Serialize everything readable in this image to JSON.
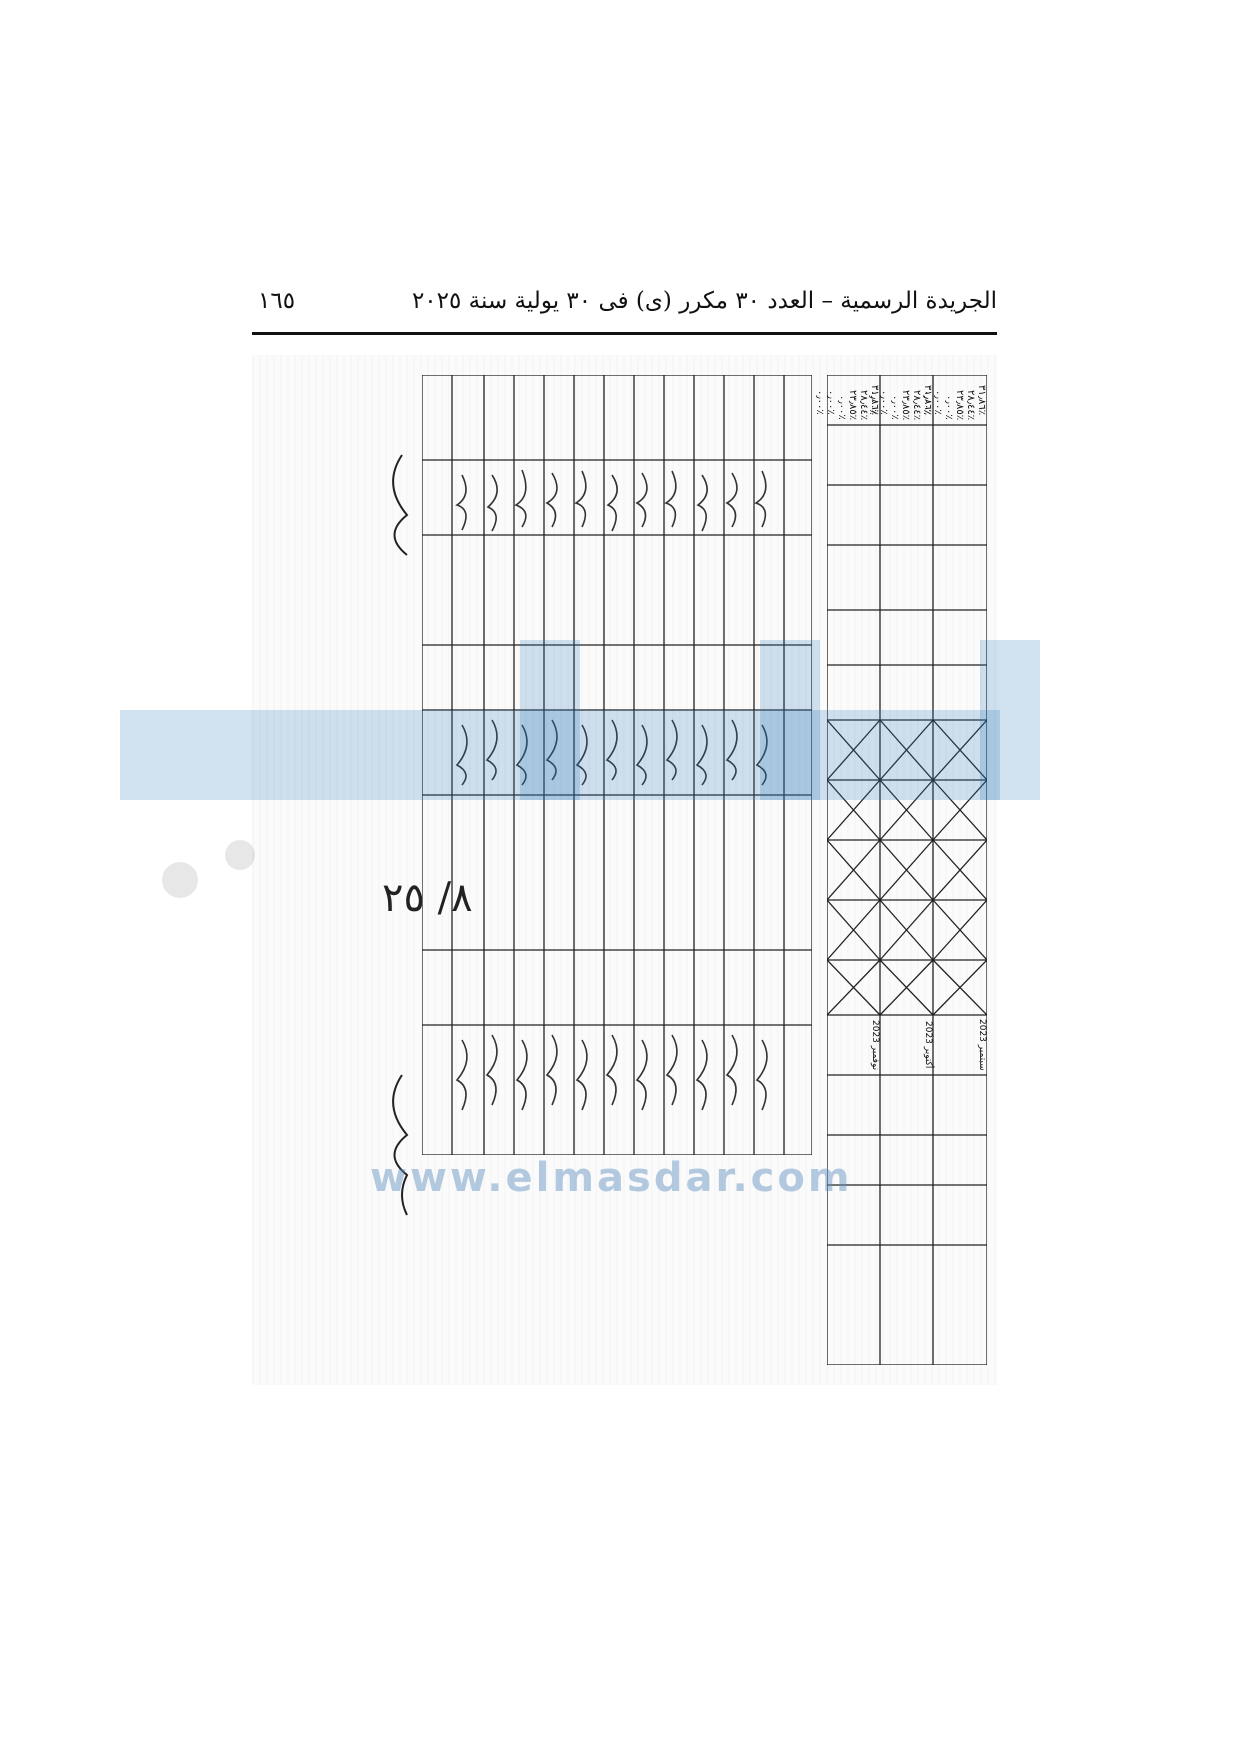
{
  "header": {
    "title": "الجريدة الرسمية – العدد ٣٠ مكرر (ى) فى ٣٠ يولية سنة ٢٠٢٥",
    "page_number": "١٦٥"
  },
  "table": {
    "percent_rows": [
      [
        "٣١٫٨٦٪",
        "٢٨٫٤٤٪",
        "٢٣٫٨٥٪",
        "٠٫٠٠٪",
        "٠٫٠٠٪",
        "٠٫٠٠٪",
        "٠٫٠٠٪",
        "٠٫٠٠٪",
        "٠٫٠٠٪"
      ],
      [
        "٣١٫٨٦٪",
        "٢٨٫٤٤٪",
        "٢٣٫٨٥٪",
        "٠٫٠٠٪",
        "٠٫٠٠٪",
        "٠٫٠٠٪",
        "٠٫٠٠٪",
        "٠٫٠٠٪",
        "٠٫٠٠٪"
      ],
      [
        "٣١٫٨٦٪",
        "٢٨٫٤٤٪",
        "٢٣٫٨٥٪",
        "٠٫٠٠٪",
        "٠٫٠٠٪",
        "٠٫٠٠٪",
        "٠٫٠٠٪",
        "٠٫٠٠٪",
        "٠٫٠٠٪"
      ]
    ],
    "month_rows": [
      "سبتمبر 2023",
      "أكتوبر 2023",
      "نوفمبر 2023"
    ]
  },
  "watermark": {
    "url": "www.elmasdar.com"
  },
  "handwritten": {
    "note": "٨/ ٢٥"
  }
}
